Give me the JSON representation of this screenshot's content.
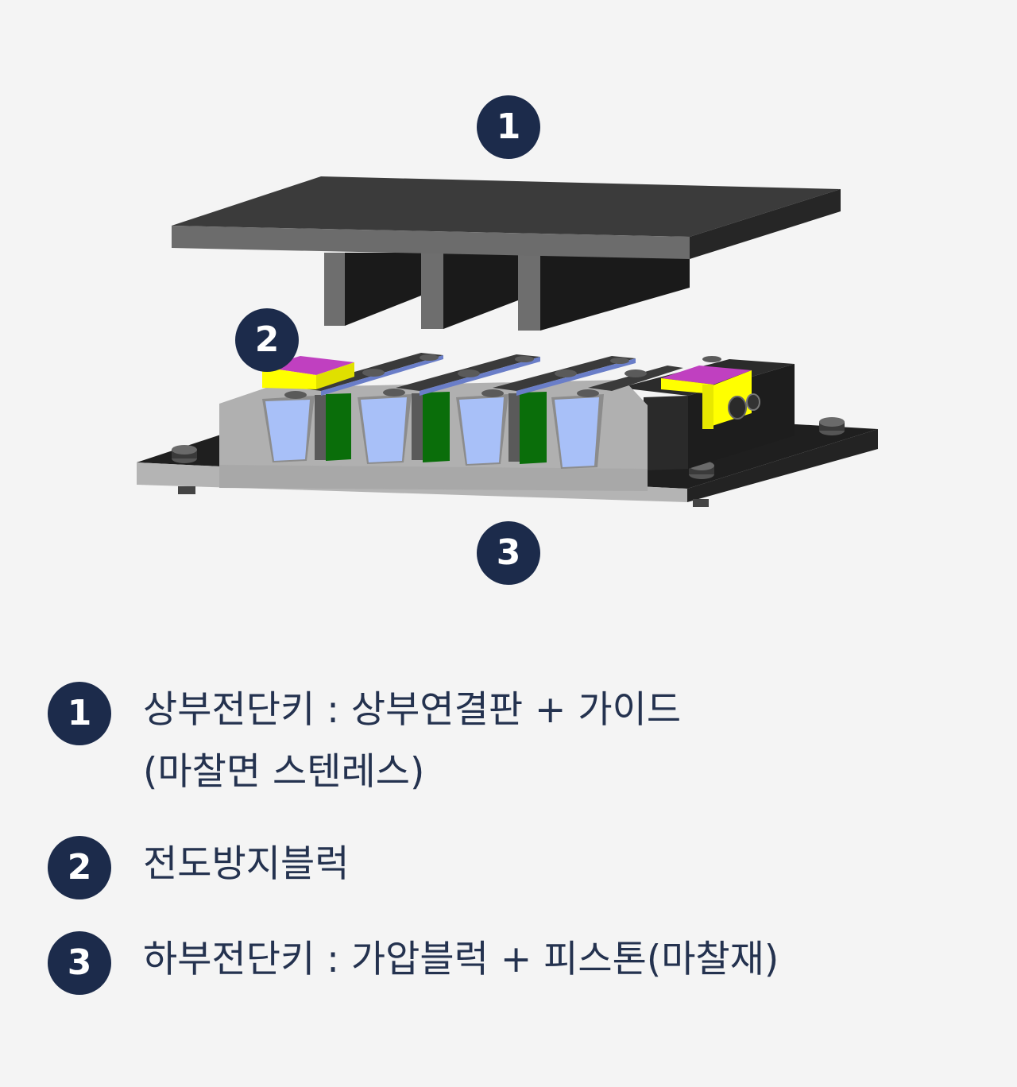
{
  "diagram": {
    "callouts": [
      "1",
      "2",
      "3"
    ]
  },
  "legend": [
    {
      "number": "1",
      "text": "상부전단키 : 상부연결판 + 가이드\n(마찰면 스텐레스)"
    },
    {
      "number": "2",
      "text": "전도방지블럭"
    },
    {
      "number": "3",
      "text": "하부전단키 : 가압블럭 + 피스톤(마찰재)"
    }
  ],
  "colors": {
    "badge": "#1c2b4b",
    "text": "#24324f",
    "background": "#f4f4f4",
    "top_plate": "#3c3c3c",
    "plate_front": "#6c6c6c",
    "base_gray": "#b8b8b8",
    "block_yellow": "#ffff00",
    "block_magenta": "#c040c0",
    "piston_blue": "#a8c0f8",
    "friction_green": "#0a7a0a"
  }
}
